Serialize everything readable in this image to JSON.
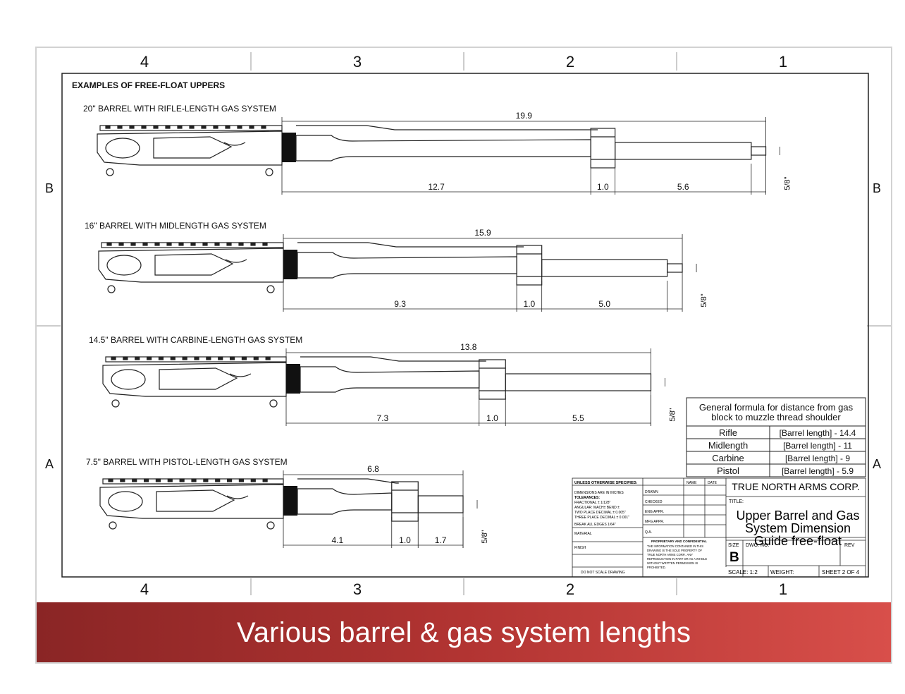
{
  "drawing": {
    "heading": "EXAMPLES OF FREE-FLOAT UPPERS",
    "zones_top": [
      "4",
      "3",
      "2",
      "1"
    ],
    "zones_bottom": [
      "4",
      "3",
      "2",
      "1"
    ],
    "zones_side": [
      "B",
      "A"
    ],
    "uppers": [
      {
        "caption": "20\" BARREL WITH RIFLE-LENGTH GAS SYSTEM",
        "overall": "19.9",
        "seg1": "12.7",
        "seg2": "1.0",
        "seg3": "5.6",
        "thread": "5/8\""
      },
      {
        "caption": "16\" BARREL WITH MIDLENGTH GAS SYSTEM",
        "overall": "15.9",
        "seg1": "9.3",
        "seg2": "1.0",
        "seg3": "5.0",
        "thread": "5/8\""
      },
      {
        "caption": "14.5\" BARREL WITH CARBINE-LENGTH GAS SYSTEM",
        "overall": "13.8",
        "seg1": "7.3",
        "seg2": "1.0",
        "seg3": "5.5",
        "thread": "5/8\""
      },
      {
        "caption": "7.5\" BARREL WITH PISTOL-LENGTH GAS SYSTEM",
        "overall": "6.8",
        "seg1": "4.1",
        "seg2": "1.0",
        "seg3": "1.7",
        "thread": "5/8\""
      }
    ]
  },
  "formula": {
    "title_line1": "General formula for distance from gas",
    "title_line2": "block to muzzle thread shoulder",
    "rows": [
      {
        "system": "Rifle",
        "formula": "[Barrel length] - 14.4"
      },
      {
        "system": "Midlength",
        "formula": "[Barrel length] - 11"
      },
      {
        "system": "Carbine",
        "formula": "[Barrel length] - 9"
      },
      {
        "system": "Pistol",
        "formula": "[Barrel length] - 5.9"
      }
    ]
  },
  "title_block": {
    "unless": "UNLESS OTHERWISE SPECIFIED:",
    "dims": "DIMENSIONS ARE IN INCHES",
    "tol": "TOLERANCES:",
    "frac": "FRACTIONAL ± 1/128\"",
    "ang": "ANGULAR: MACH±   BEND ±",
    "two": "TWO PLACE DECIMAL   ± 0.005\"",
    "three": "THREE PLACE DECIMAL   ± 0.001\"",
    "edges": "BREAK ALL EDGES 1/64\"",
    "material": "MATERIAL",
    "finish": "FINISH",
    "noscale": "DO NOT SCALE DRAWING",
    "name": "NAME",
    "date": "DATE",
    "drawn": "DRAWN",
    "checked": "CHECKED",
    "eng": "ENG APPR.",
    "mfg": "MFG APPR.",
    "qa": "Q.A.",
    "prop_title": "PROPRIETARY AND CONFIDENTIAL",
    "prop_l1": "THE INFORMATION CONTAINED IN THIS",
    "prop_l2": "DRAWING IS THE SOLE PROPERTY OF",
    "prop_l3": "TRUE NORTH ARMS CORP.. ANY",
    "prop_l4": "REPRODUCTION IN PART OR AS A WHOLE",
    "prop_l5": "WITHOUT WRITTEN PERMISSION IS",
    "prop_l6": "PROHIBITED.",
    "company": "TRUE NORTH ARMS CORP.",
    "title_label": "TITLE:",
    "title_l1": "Upper Barrel and Gas",
    "title_l2": "System Dimension",
    "title_l3": "Guide free-float",
    "size_label": "SIZE",
    "dwg_label": "DWG.  NO.",
    "rev_label": "REV",
    "size": "B",
    "scale": "SCALE: 1:2",
    "weight": "WEIGHT:",
    "sheet": "SHEET 2 OF 4"
  },
  "banner": {
    "text": "Various barrel & gas system lengths"
  },
  "colors": {
    "banner_start": "#8a2525",
    "banner_end": "#d84f4a",
    "ink": "#111111"
  }
}
